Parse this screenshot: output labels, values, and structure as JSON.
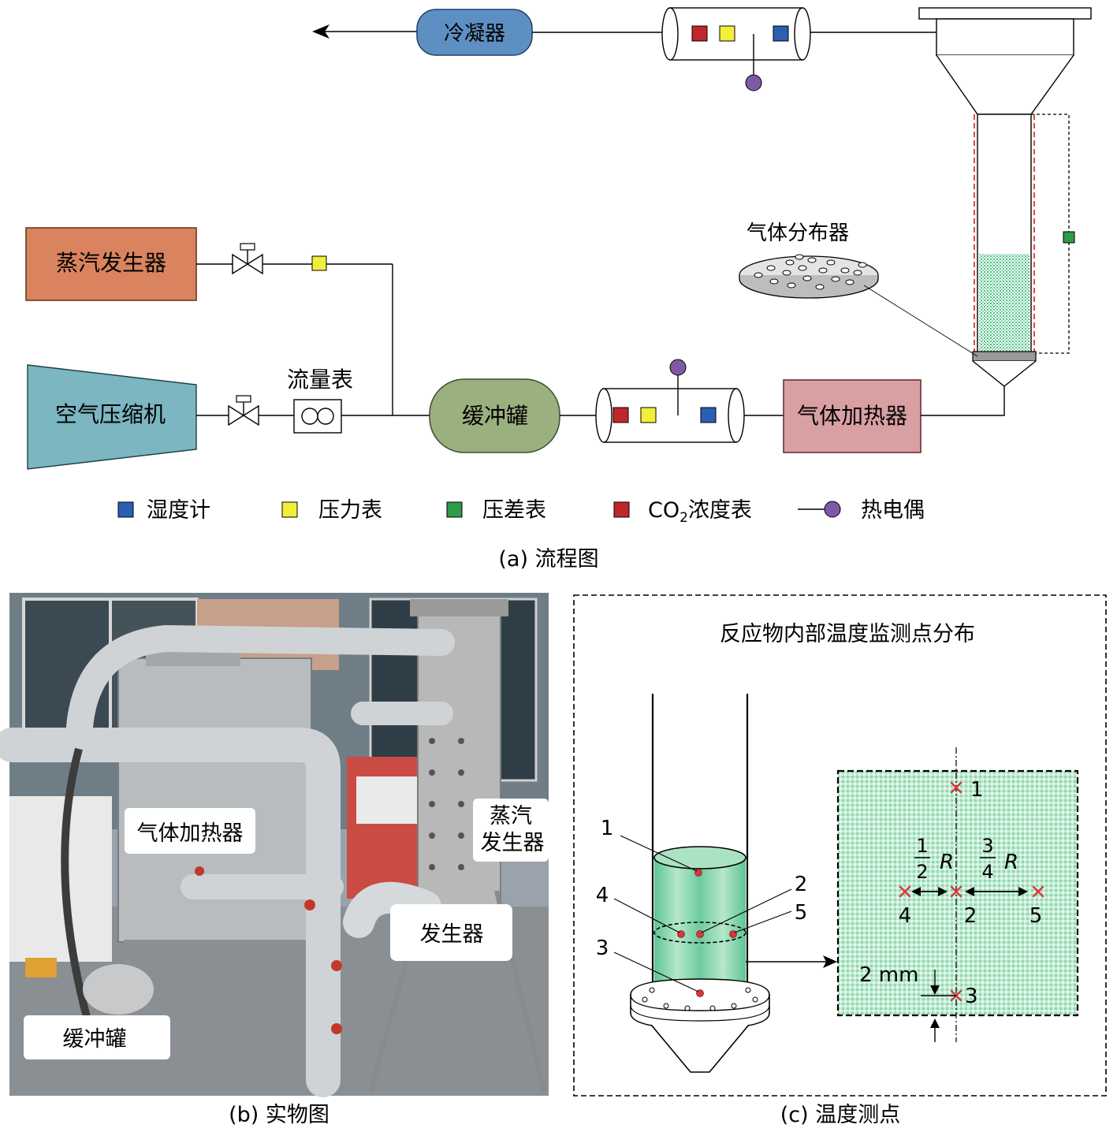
{
  "panel_a": {
    "caption": "(a) 流程图",
    "condenser": "冷凝器",
    "steam_generator": "蒸汽发生器",
    "air_compressor": "空气压缩机",
    "flowmeter": "流量表",
    "buffer_tank": "缓冲罐",
    "gas_heater": "气体加热器",
    "gas_distributor": "气体分布器"
  },
  "legend": {
    "humidity": "湿度计",
    "pressure": "压力表",
    "diff_pressure": "压差表",
    "co2_prefix": "CO",
    "co2_sub": "2",
    "co2_suffix": "浓度表",
    "thermocouple": "热电偶",
    "colors": {
      "humidity": "#2a5fb4",
      "pressure": "#f2ef3a",
      "diff_pressure": "#2f9a4a",
      "co2": "#c0272d",
      "thermocouple": "#7e5aa6"
    }
  },
  "panel_b": {
    "caption": "(b) 实物图",
    "gas_heater": "气体加热器",
    "steam_line1": "蒸汽",
    "steam_line2": "发生器",
    "generator": "发生器",
    "buffer_tank": "缓冲罐"
  },
  "panel_c": {
    "caption": "(c) 温度测点",
    "title": "反应物内部温度监测点分布",
    "points": [
      "1",
      "2",
      "3",
      "4",
      "5"
    ],
    "half_num": "1",
    "half_den": "2",
    "three_q_num": "3",
    "three_q_den": "4",
    "radius_symbol": "R",
    "offset_label": "2 mm"
  }
}
